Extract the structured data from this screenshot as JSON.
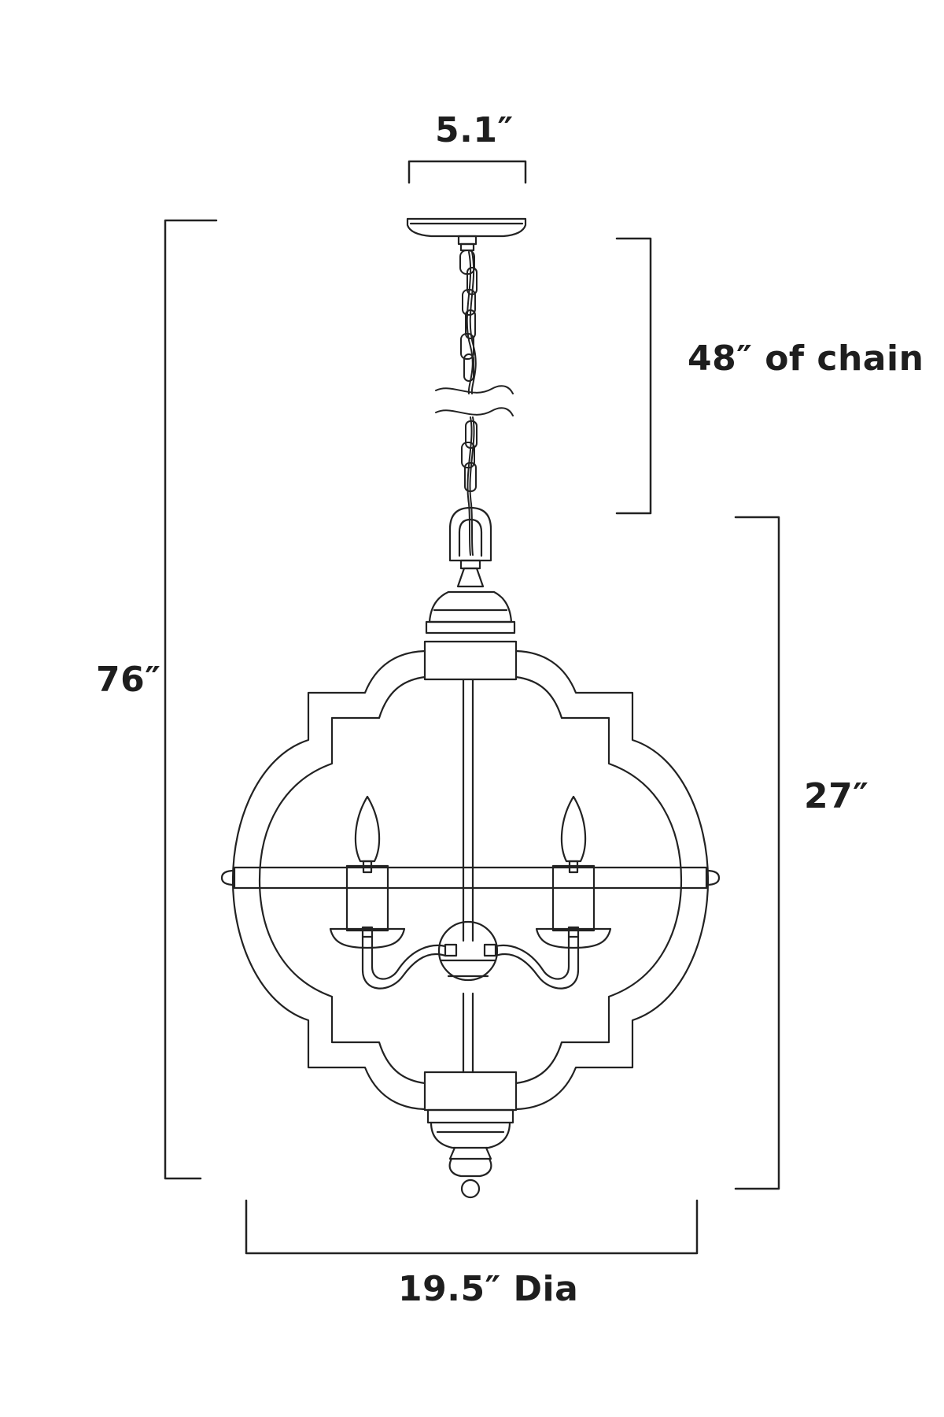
{
  "dimensions": {
    "canopy_width": "5.1″",
    "chain_length": "48″  of chain",
    "overall_height": "76″",
    "fixture_height": "27″",
    "fixture_width": "19.5″  Dia"
  },
  "colors": {
    "line": "#222222",
    "background": "#ffffff"
  }
}
